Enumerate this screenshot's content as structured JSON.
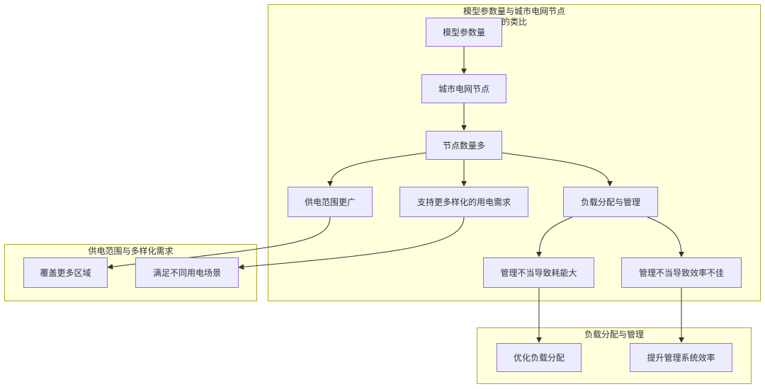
{
  "clusters": {
    "main": {
      "title_line1": "模型参数量与城市电网节点",
      "title_line2": "的类比"
    },
    "supply": {
      "title": "供电范围与多样化需求"
    },
    "load": {
      "title": "负载分配与管理"
    }
  },
  "nodes": {
    "model_params": "模型参数量",
    "grid_nodes": "城市电网节点",
    "many_nodes": "节点数量多",
    "wide_coverage": "供电范围更广",
    "diverse_demand": "支持更多样化的用电需求",
    "load_mgmt": "负载分配与管理",
    "cover_more": "覆盖更多区域",
    "meet_scenarios": "满足不同用电场景",
    "high_consumption": "管理不当导致耗能大",
    "low_efficiency": "管理不当导致效率不佳",
    "optimize_alloc": "优化负载分配",
    "improve_efficiency": "提升管理系统效率"
  },
  "edges": [
    [
      "model_params",
      "grid_nodes"
    ],
    [
      "grid_nodes",
      "many_nodes"
    ],
    [
      "many_nodes",
      "wide_coverage"
    ],
    [
      "many_nodes",
      "diverse_demand"
    ],
    [
      "many_nodes",
      "load_mgmt"
    ],
    [
      "wide_coverage",
      "cover_more"
    ],
    [
      "diverse_demand",
      "meet_scenarios"
    ],
    [
      "load_mgmt",
      "high_consumption"
    ],
    [
      "load_mgmt",
      "low_efficiency"
    ],
    [
      "high_consumption",
      "optimize_alloc"
    ],
    [
      "low_efficiency",
      "improve_efficiency"
    ]
  ],
  "colors": {
    "node_fill": "#ececff",
    "node_stroke": "#9370db",
    "cluster_fill": "#ffffde",
    "cluster_stroke": "#aaaa33",
    "edge": "#333333"
  }
}
